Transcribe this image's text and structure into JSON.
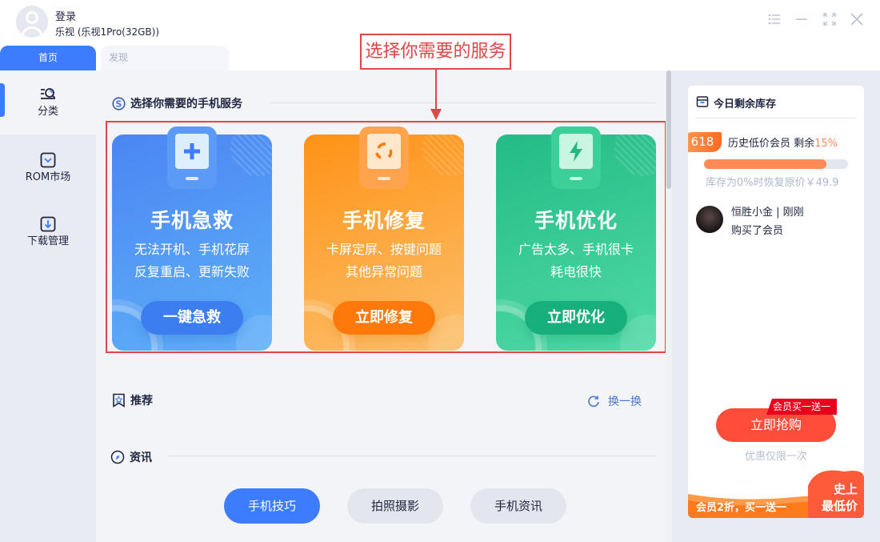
{
  "header": {
    "login_label": "登录",
    "device_label": "乐视 (乐视1Pro(32GB))",
    "tabs": [
      {
        "label": "首页",
        "active": true
      },
      {
        "label": "发现",
        "active": false
      }
    ],
    "window_controls": [
      "menu-icon",
      "minimize-icon",
      "fullscreen-icon",
      "close-icon"
    ]
  },
  "annotation": {
    "label": "选择你需要的服务",
    "color": "#e0474a"
  },
  "sidebar": {
    "items": [
      {
        "label": "分类",
        "icon": "category-search-icon",
        "active": true
      },
      {
        "label": "ROM市场",
        "icon": "rom-market-icon",
        "active": false
      },
      {
        "label": "下载管理",
        "icon": "download-icon",
        "active": false
      }
    ]
  },
  "main": {
    "services_title": "选择你需要的手机服务",
    "cards": [
      {
        "title": "手机急救",
        "desc_line1": "无法开机、手机花屏",
        "desc_line2": "反复重启、更新失败",
        "button": "一键急救",
        "icon": "plus-icon",
        "color": "#4e8ff5"
      },
      {
        "title": "手机修复",
        "desc_line1": "卡屏定屏、按键问题",
        "desc_line2": "其他异常问题",
        "button": "立即修复",
        "icon": "refresh-icon",
        "color": "#ff9626"
      },
      {
        "title": "手机优化",
        "desc_line1": "广告太多、手机很卡",
        "desc_line2": "耗电很快",
        "button": "立即优化",
        "icon": "lightning-icon",
        "color": "#2fc28e"
      }
    ],
    "recommend_title": "推荐",
    "refresh_label": "换一换",
    "news_title": "资讯",
    "news_tabs": [
      {
        "label": "手机技巧",
        "active": true
      },
      {
        "label": "拍照摄影",
        "active": false
      },
      {
        "label": "手机资讯",
        "active": false
      }
    ]
  },
  "panel": {
    "title": "今日剩余库存",
    "badge": "618",
    "item_text": "历史低价会员 剩余",
    "item_pct": "15%",
    "progress_percent": 85,
    "restore_text": "库存为0%时恢复原价￥49.9",
    "buyer_name": "恒胜小金 | 刚刚",
    "buyer_action": "购买了会员",
    "buy_tag": "会员买一送一",
    "buy_button": "立即抢购",
    "limit_text": "优惠仅限一次",
    "promo_left": "会员2折，买一送一",
    "promo_right_line1": "史上",
    "promo_right_line2": "最低价"
  }
}
